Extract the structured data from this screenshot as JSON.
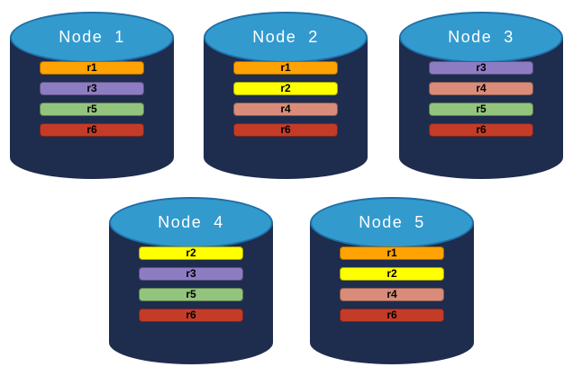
{
  "styles": {
    "cylinder_body_color": "#1E2C4E",
    "cylinder_top_color": "#339ACE",
    "cylinder_top_border_color": "#1F6FA6",
    "title_text_color": "#FFFFFF",
    "replica_label_color": "#000000",
    "replica_colors": {
      "r1": "#FFA203",
      "r2": "#FFFF00",
      "r3": "#8E7CC3",
      "r4": "#D98C7A",
      "r5": "#93C47D",
      "r6": "#C43C28"
    }
  },
  "nodes": [
    {
      "title": "Node  1",
      "replicas": [
        {
          "label": "r1",
          "color": "#FFA203"
        },
        {
          "label": "r3",
          "color": "#8E7CC3"
        },
        {
          "label": "r5",
          "color": "#93C47D"
        },
        {
          "label": "r6",
          "color": "#C43C28"
        }
      ]
    },
    {
      "title": "Node  2",
      "replicas": [
        {
          "label": "r1",
          "color": "#FFA203"
        },
        {
          "label": "r2",
          "color": "#FFFF00"
        },
        {
          "label": "r4",
          "color": "#D98C7A"
        },
        {
          "label": "r6",
          "color": "#C43C28"
        }
      ]
    },
    {
      "title": "Node  3",
      "replicas": [
        {
          "label": "r3",
          "color": "#8E7CC3"
        },
        {
          "label": "r4",
          "color": "#D98C7A"
        },
        {
          "label": "r5",
          "color": "#93C47D"
        },
        {
          "label": "r6",
          "color": "#C43C28"
        }
      ]
    },
    {
      "title": "Node  4",
      "replicas": [
        {
          "label": "r2",
          "color": "#FFFF00"
        },
        {
          "label": "r3",
          "color": "#8E7CC3"
        },
        {
          "label": "r5",
          "color": "#93C47D"
        },
        {
          "label": "r6",
          "color": "#C43C28"
        }
      ]
    },
    {
      "title": "Node  5",
      "replicas": [
        {
          "label": "r1",
          "color": "#FFA203"
        },
        {
          "label": "r2",
          "color": "#FFFF00"
        },
        {
          "label": "r4",
          "color": "#D98C7A"
        },
        {
          "label": "r6",
          "color": "#C43C28"
        }
      ]
    }
  ]
}
